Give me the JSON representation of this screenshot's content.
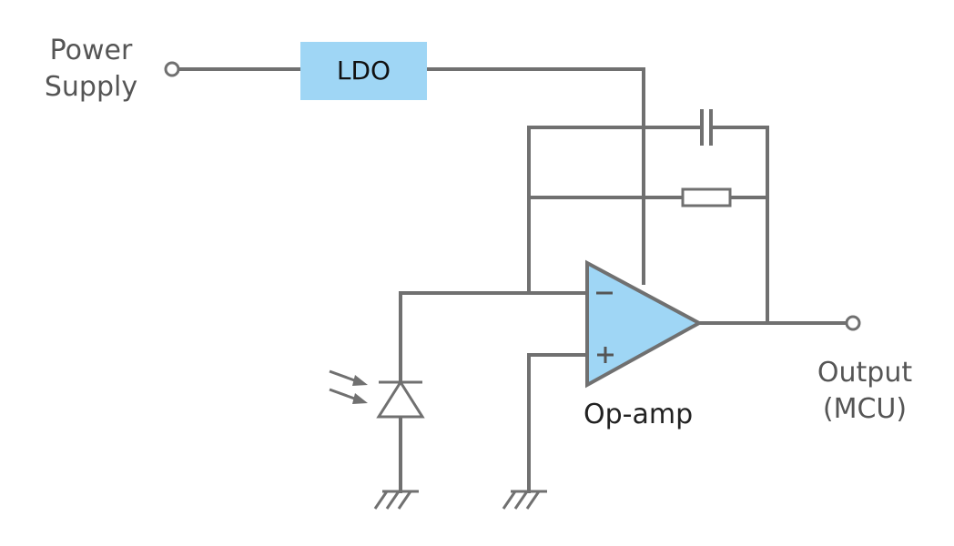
{
  "labels": {
    "power_supply_line1": "Power",
    "power_supply_line2": "Supply",
    "ldo": "LDO",
    "opamp": "Op-amp",
    "output_line1": "Output",
    "output_line2": "(MCU)",
    "minus": "−",
    "plus": "+"
  },
  "colors": {
    "wire": "#707070",
    "block_fill": "#9fd6f5",
    "text": "#555555"
  }
}
